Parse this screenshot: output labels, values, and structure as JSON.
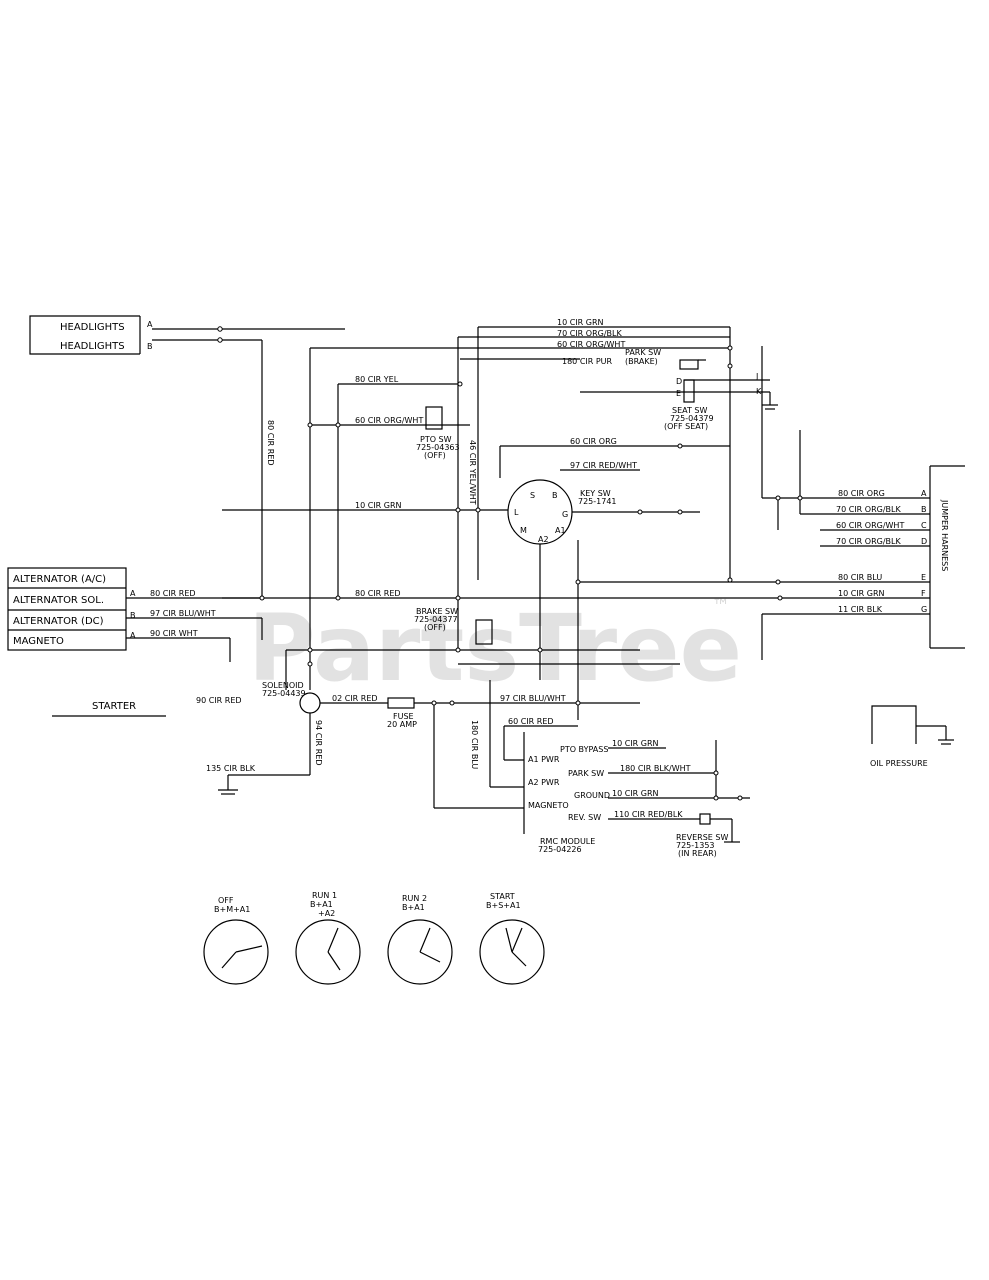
{
  "watermark": {
    "text": "PartsTree",
    "trademark": "™"
  },
  "headlights": {
    "items": [
      "HEADLIGHTS",
      "HEADLIGHTS"
    ],
    "pins": [
      "A",
      "B"
    ]
  },
  "alternator_box": {
    "items": [
      "ALTERNATOR (A/C)",
      "ALTERNATOR SOL.",
      "ALTERNATOR (DC)",
      "MAGNETO"
    ],
    "pins": [
      "A",
      "B",
      "A"
    ]
  },
  "starter": "STARTER",
  "wires": {
    "w1": "10 CIR GRN",
    "w2": "70 CIR ORG/BLK",
    "w3": "60 CIR ORG/WHT",
    "w4": "180 CIR PUR",
    "w5": "80 CIR YEL",
    "w6": "60 CIR ORG/WHT",
    "w7": "80 CIR RED",
    "w8": "60 CIR ORG",
    "w9": "97 CIR RED/WHT",
    "w10": "10 CIR GRN",
    "w11": "80 CIR RED",
    "w12": "80 CIR RED",
    "w13": "97 CIR BLU/WHT",
    "w14": "90 CIR WHT",
    "w15": "90 CIR RED",
    "w16": "02 CIR RED",
    "w17": "97 CIR BLU/WHT",
    "w18": "60 CIR RED",
    "w19": "135 CIR BLK",
    "w20": "94 CIR RED",
    "w21": "180 CIR BLU",
    "w22": "46 CIR YEL/WHT"
  },
  "right_wires": [
    "80 CIR ORG",
    "70 CIR ORG/BLK",
    "60 CIR ORG/WHT",
    "70 CIR ORG/BLK",
    "80 CIR BLU",
    "10 CIR GRN",
    "11 CIR BLK"
  ],
  "right_pins": [
    "A",
    "B",
    "C",
    "D",
    "E",
    "F",
    "G"
  ],
  "connector_label": "JUMPER HARNESS",
  "components": {
    "pto_sw": [
      "PTO SW",
      "725-04363",
      "(OFF)"
    ],
    "park_sw": [
      "PARK SW",
      "(BRAKE)"
    ],
    "seat_sw": [
      "SEAT SW",
      "725-04379",
      "(OFF SEAT)"
    ],
    "key_sw": [
      "KEY SW",
      "725-1741"
    ],
    "brake_sw": [
      "BRAKE SW",
      "725-04377",
      "(OFF)"
    ],
    "solenoid": [
      "SOLENOID",
      "725-04439"
    ],
    "fuse": [
      "FUSE",
      "20 AMP"
    ],
    "rmc": [
      "RMC MODULE",
      "725-04226"
    ],
    "reverse_sw": [
      "REVERSE SW",
      "725-1353",
      "(IN REAR)"
    ],
    "oil": "OIL PRESSURE"
  },
  "rmc_pins": [
    "PTO BYPASS",
    "A1 PWR",
    "PARK SW",
    "A2 PWR",
    "GROUND",
    "MAGNETO",
    "REV. SW"
  ],
  "rmc_wires": [
    "10 CIR GRN",
    "180 CIR BLK/WHT",
    "10 CIR GRN",
    "110 CIR RED/BLK"
  ],
  "key_positions": [
    {
      "name": "OFF",
      "combo": "B+M+A1"
    },
    {
      "name": "RUN 1",
      "combo": "B+A1",
      "extra": "+A2"
    },
    {
      "name": "RUN 2",
      "combo": "B+A1"
    },
    {
      "name": "START",
      "combo": "B+S+A1"
    }
  ],
  "key_terminals": [
    "L",
    "S",
    "B",
    "G",
    "M",
    "A2",
    "A1"
  ],
  "small_pins": [
    "A",
    "B",
    "C",
    "D",
    "E",
    "F",
    "J",
    "K"
  ]
}
